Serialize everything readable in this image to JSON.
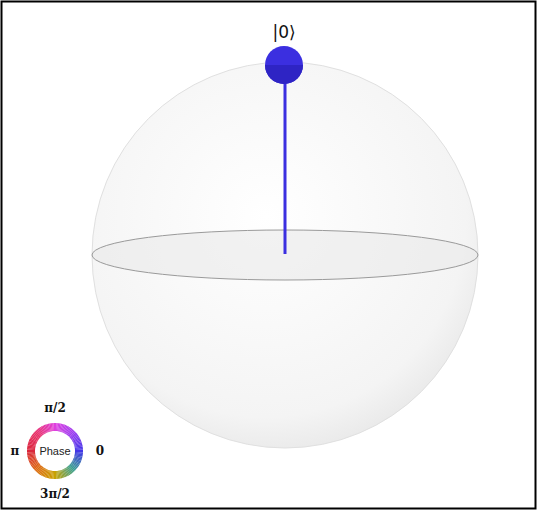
{
  "diagram": {
    "nodes": [
      {
        "text": [
          "Phase"
        ]
      }
    ],
    "labels": [
      "|0⟩",
      "π/2",
      "π",
      "0",
      "3π/2"
    ]
  }
}
